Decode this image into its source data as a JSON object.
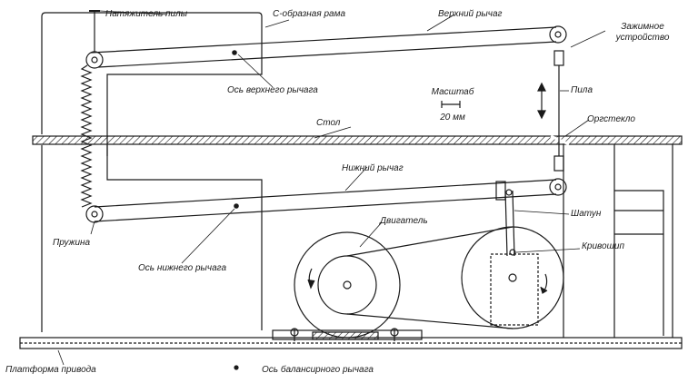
{
  "labels": {
    "saw_tensioner": "Натяжитель пилы",
    "c_frame": "С-образная рама",
    "upper_lever": "Верхний рычаг",
    "clamp_line1": "Зажимное",
    "clamp_line2": "устройство",
    "upper_lever_axis": "Ось верхнего рычага",
    "saw": "Пила",
    "scale_title": "Масштаб",
    "scale_value": "20 мм",
    "table": "Стол",
    "plexiglass": "Оргстекло",
    "lower_lever": "Нижний рычаг",
    "motor": "Двигатель",
    "connecting_rod": "Шатун",
    "spring": "Пружина",
    "crank": "Кривошип",
    "lower_lever_axis": "Ось нижнего рычага",
    "drive_platform": "Платформа привода",
    "balance_lever_axis": "Ось балансирного рычага"
  },
  "colors": {
    "ink": "#1a1a1a",
    "paper": "#ffffff"
  }
}
